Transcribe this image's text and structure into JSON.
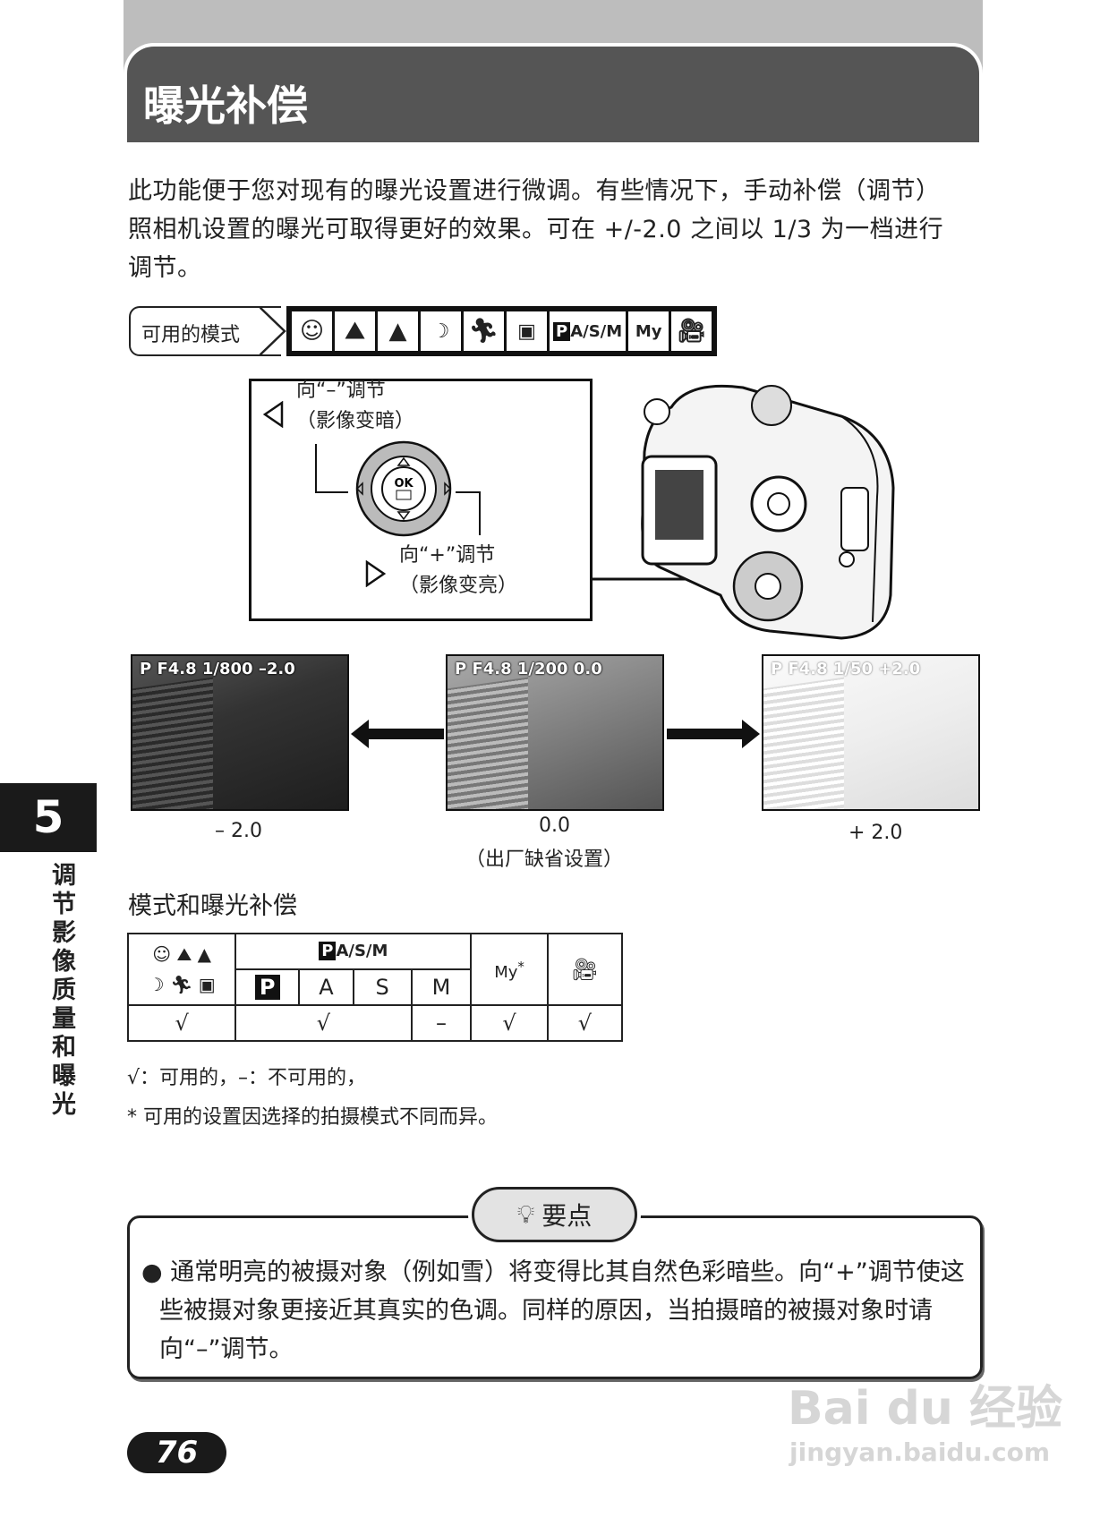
{
  "header": {
    "title": "曝光补偿"
  },
  "intro": [
    "此功能便于您对现有的曝光设置进行微调。有些情况下，手动补偿（调节）",
    "照相机设置的曝光可取得更好的效果。可在 +/-2.0 之间以 1/3 为一档进行",
    "调节。"
  ],
  "modes": {
    "label": "可用的模式",
    "icons": [
      "portrait-icon",
      "landscape-portrait-icon",
      "landscape-icon",
      "night-scene-icon",
      "sport-icon",
      "self-portrait-icon",
      "pasm-icon",
      "my-mode-icon",
      "movie-icon"
    ],
    "pasm_label": "A/S/M",
    "p_label": "P"
  },
  "dial": {
    "minus_line1": "向“–”调节",
    "minus_line2": "（影像变暗）",
    "plus_line1": "向“+”调节",
    "plus_line2": "（影像变亮）",
    "ok": "OK"
  },
  "screens": [
    {
      "info": "P  F4.8 1/800 –2.0",
      "caption": "– 2.0"
    },
    {
      "info": "P  F4.8 1/200   0.0",
      "caption": "0.0",
      "sub": "（出厂缺省设置）"
    },
    {
      "info": "P  F4.8   1/50 +2.0",
      "caption": "+ 2.0"
    }
  ],
  "side_tab": {
    "number": "5",
    "text": "调节影像质量和曝光"
  },
  "table": {
    "title": "模式和曝光补偿",
    "pasm_header": "A/S/M",
    "sub_headers": [
      "P",
      "A",
      "S",
      "M"
    ],
    "my_asterisk": "*",
    "values": [
      "√",
      "√",
      "–",
      "√",
      "√"
    ]
  },
  "notes": [
    "√：可用的，–：不可用的，",
    "*  可用的设置因选择的拍摄模式不同而异。"
  ],
  "tip": {
    "label": "要点",
    "text": "通常明亮的被摄对象（例如雪）将变得比其自然色彩暗些。向“+”调节使这些被摄对象更接近其真实的色调。同样的原因，当拍摄暗的被摄对象时请向“–”调节。"
  },
  "page_number": "76",
  "watermark": {
    "logo": "Bai du 经验",
    "url": "jingyan.baidu.com"
  }
}
